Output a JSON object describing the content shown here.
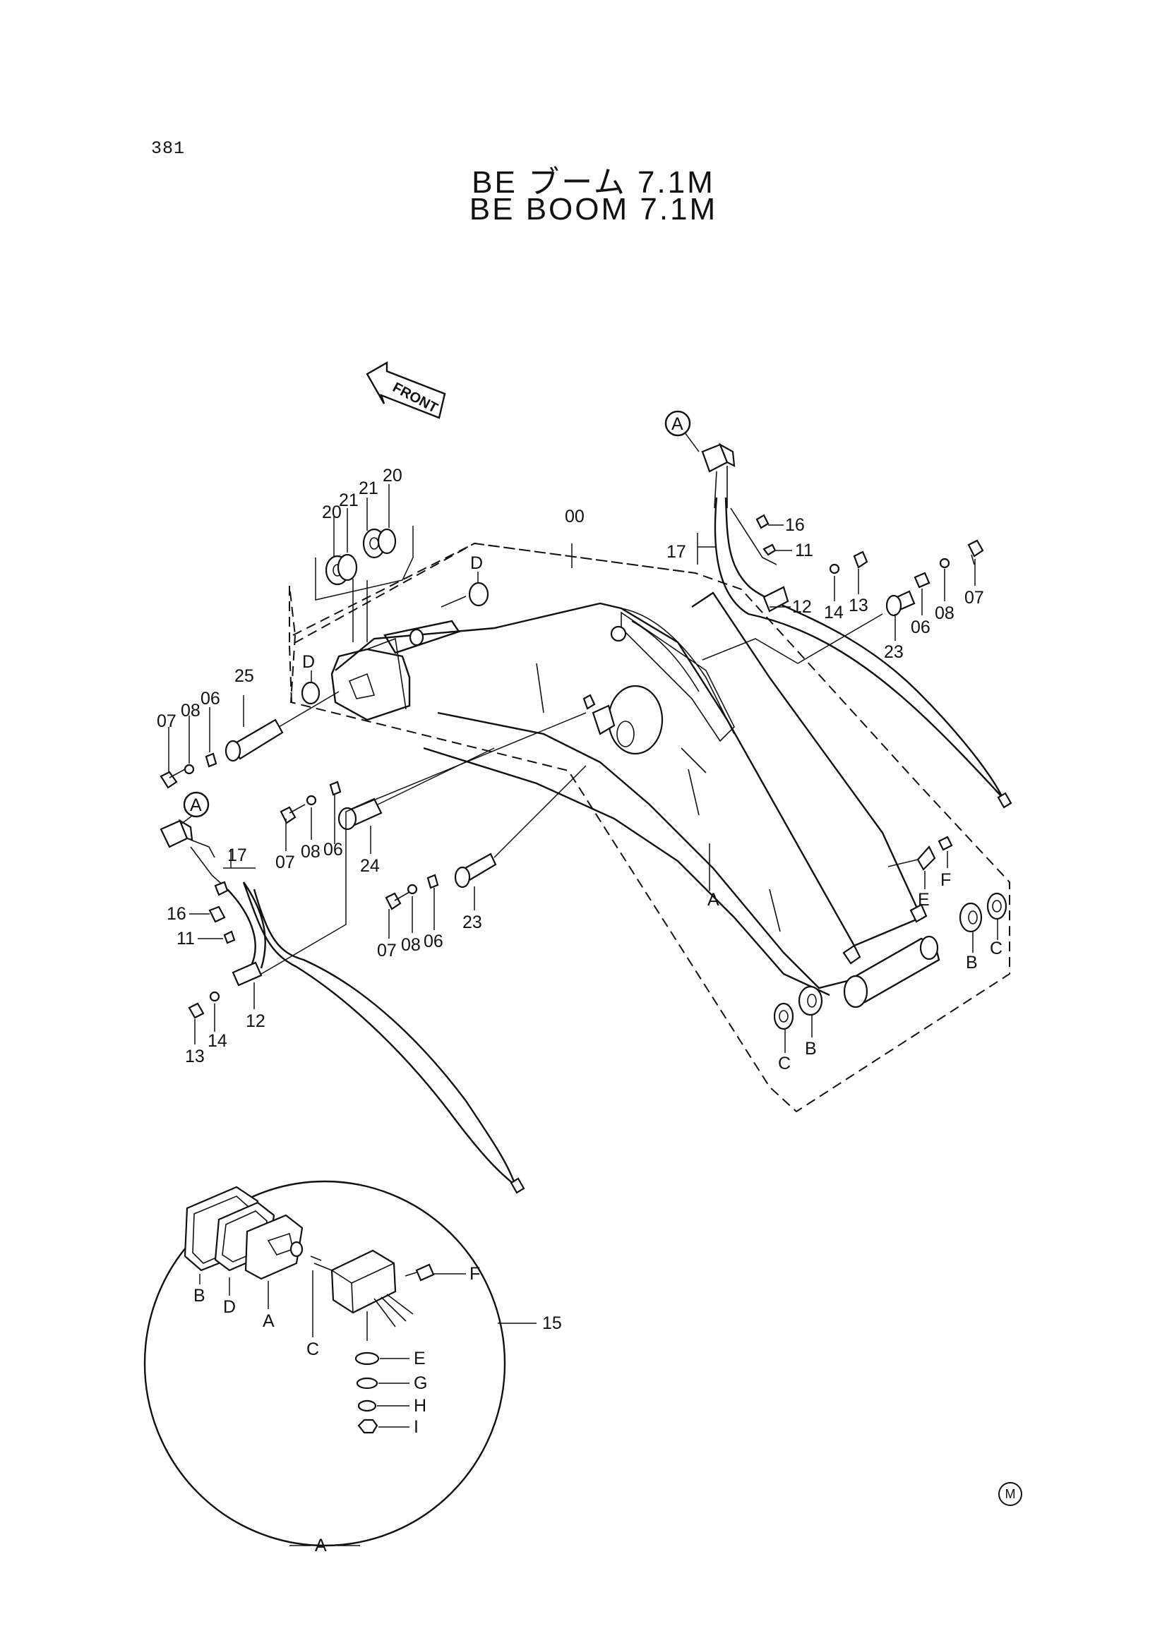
{
  "page_number": "381",
  "title_jp": "BE ブーム 7.1M",
  "title_en": "BE BOOM 7.1M",
  "front_label": "FRONT",
  "footer_mark": "M",
  "callout_a": "A",
  "labels": {
    "p00": "00",
    "p06": "06",
    "p07": "07",
    "p08": "08",
    "p11": "11",
    "p12": "12",
    "p13": "13",
    "p14": "14",
    "p15": "15",
    "p16": "16",
    "p17": "17",
    "p20": "20",
    "p21": "21",
    "p23": "23",
    "p24": "24",
    "p25": "25",
    "A": "A",
    "B": "B",
    "C": "C",
    "D": "D",
    "E": "E",
    "F": "F",
    "G": "G",
    "H": "H",
    "I": "I"
  }
}
